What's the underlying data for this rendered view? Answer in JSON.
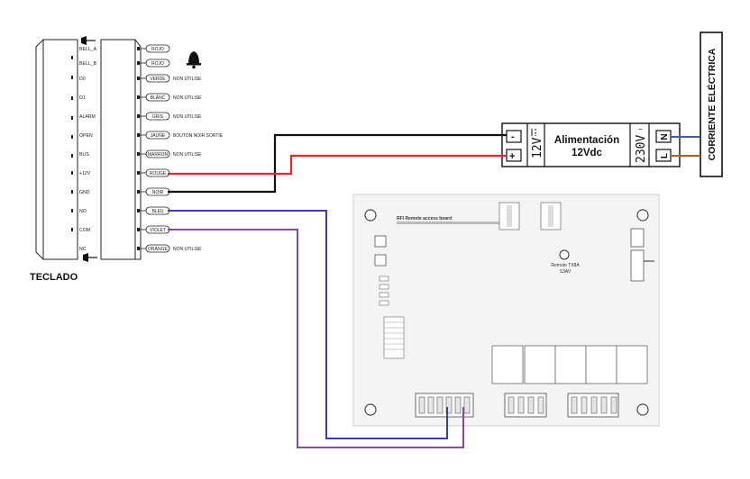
{
  "keypad": {
    "label": "TECLADO",
    "pins": [
      "BELL_A",
      "BELL_B",
      "D0",
      "D1",
      "ALARM",
      "OPEN",
      "BUS",
      "+12V",
      "GND",
      "NO",
      "COM",
      "NC"
    ]
  },
  "wire_labels": [
    {
      "tag": "ROJO",
      "note": ""
    },
    {
      "tag": "ROJO",
      "note": ""
    },
    {
      "tag": "VERDE",
      "note": "NON UTILISE"
    },
    {
      "tag": "BLANC",
      "note": "NON UTILISE"
    },
    {
      "tag": "GRIS",
      "note": "NON UTILISE"
    },
    {
      "tag": "JAUNE",
      "note": "BOUTON NOIR SORTIE"
    },
    {
      "tag": "MARRON",
      "note": "NON UTILISE"
    },
    {
      "tag": "ROUGE",
      "note": ""
    },
    {
      "tag": "NOIR",
      "note": ""
    },
    {
      "tag": "BLEU",
      "note": ""
    },
    {
      "tag": "VIOLET",
      "note": ""
    },
    {
      "tag": "ORANGE",
      "note": "NON UTILISE"
    }
  ],
  "power_supply": {
    "title_line1": "Alimentación",
    "title_line2": "12Vdc",
    "dc_minus": "-",
    "dc_plus": "+",
    "dc_voltage": "12V",
    "ac_voltage": "230V",
    "ac_n": "N",
    "ac_l": "L"
  },
  "mains": {
    "label": "CORRIENTE ELÉCTRICA"
  },
  "board": {
    "title": "RFI Remote access board",
    "model_line1": "Remote TX8A",
    "model_line2": "S3AV"
  },
  "colors": {
    "red": "#e8242c",
    "black": "#111111",
    "blue": "#3a3fa0",
    "purple": "#8a4a9c",
    "brown": "#a0622d",
    "n_blue": "#3e5bb0"
  }
}
